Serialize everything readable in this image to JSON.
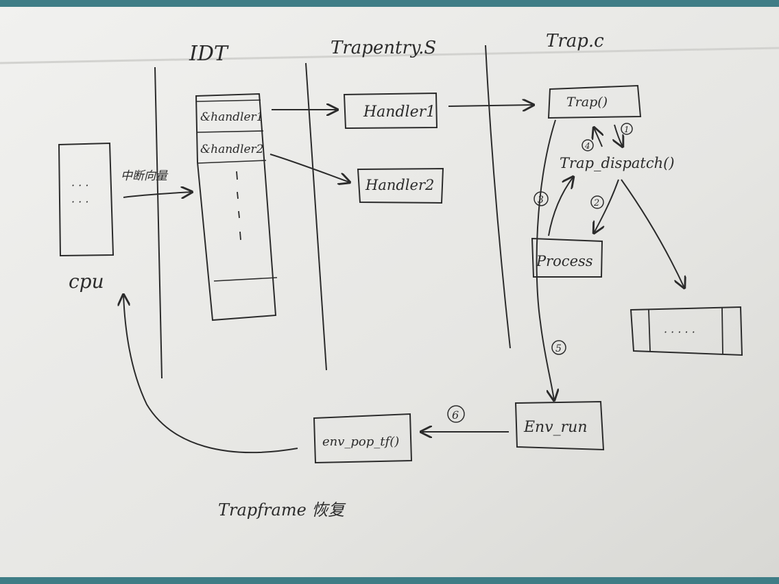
{
  "headers": {
    "idt": "IDT",
    "trapentry": "Trapentry.S",
    "trapc": "Trap.c"
  },
  "cpu": {
    "label": "cpu",
    "dots1": "· · ·",
    "dots2": "· · ·",
    "arrow_label": "中断向量"
  },
  "idt_table": {
    "row1": "&handler1",
    "row2": "&handler2"
  },
  "handlers": {
    "handler1": "Handler1",
    "handler2": "Handler2"
  },
  "trap_c": {
    "trap": "Trap()",
    "trap_dispatch": "Trap_dispatch()",
    "process": "Process",
    "env_run": "Env_run",
    "env_pop_tf": "env_pop_tf()",
    "bottom_box_dots": "· · · · ·"
  },
  "steps": {
    "s1": "1",
    "s2": "2",
    "s3": "3",
    "s4": "4",
    "s5": "5",
    "s6": "6"
  },
  "footer": {
    "trapframe_note": "Trapframe 恢复"
  },
  "colors": {
    "paper": "#ebebe8",
    "ink": "#2b2b2b",
    "background": "#3f7d86"
  }
}
